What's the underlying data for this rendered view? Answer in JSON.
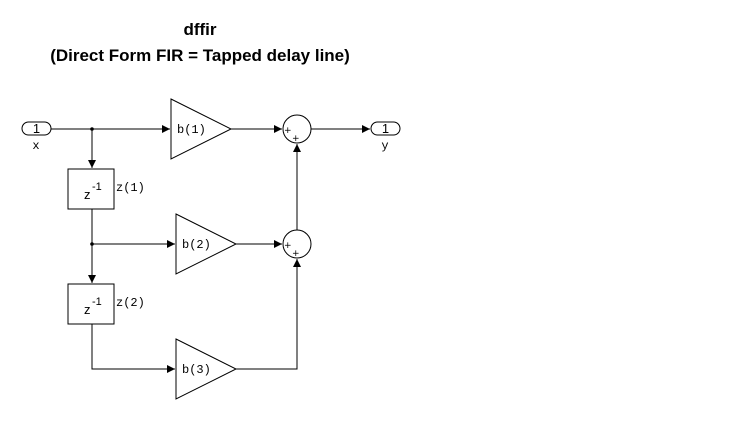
{
  "title": "dffir",
  "subtitle": "(Direct Form FIR = Tapped delay line)",
  "input_port": {
    "number": "1",
    "label": "x"
  },
  "output_port": {
    "number": "1",
    "label": "y"
  },
  "gains": [
    "b(1)",
    "b(2)",
    "b(3)"
  ],
  "delays": [
    {
      "symbol": "z",
      "exponent": "-1",
      "state_label": "z(1)"
    },
    {
      "symbol": "z",
      "exponent": "-1",
      "state_label": "z(2)"
    }
  ],
  "sum_signs": [
    "+",
    "+"
  ]
}
